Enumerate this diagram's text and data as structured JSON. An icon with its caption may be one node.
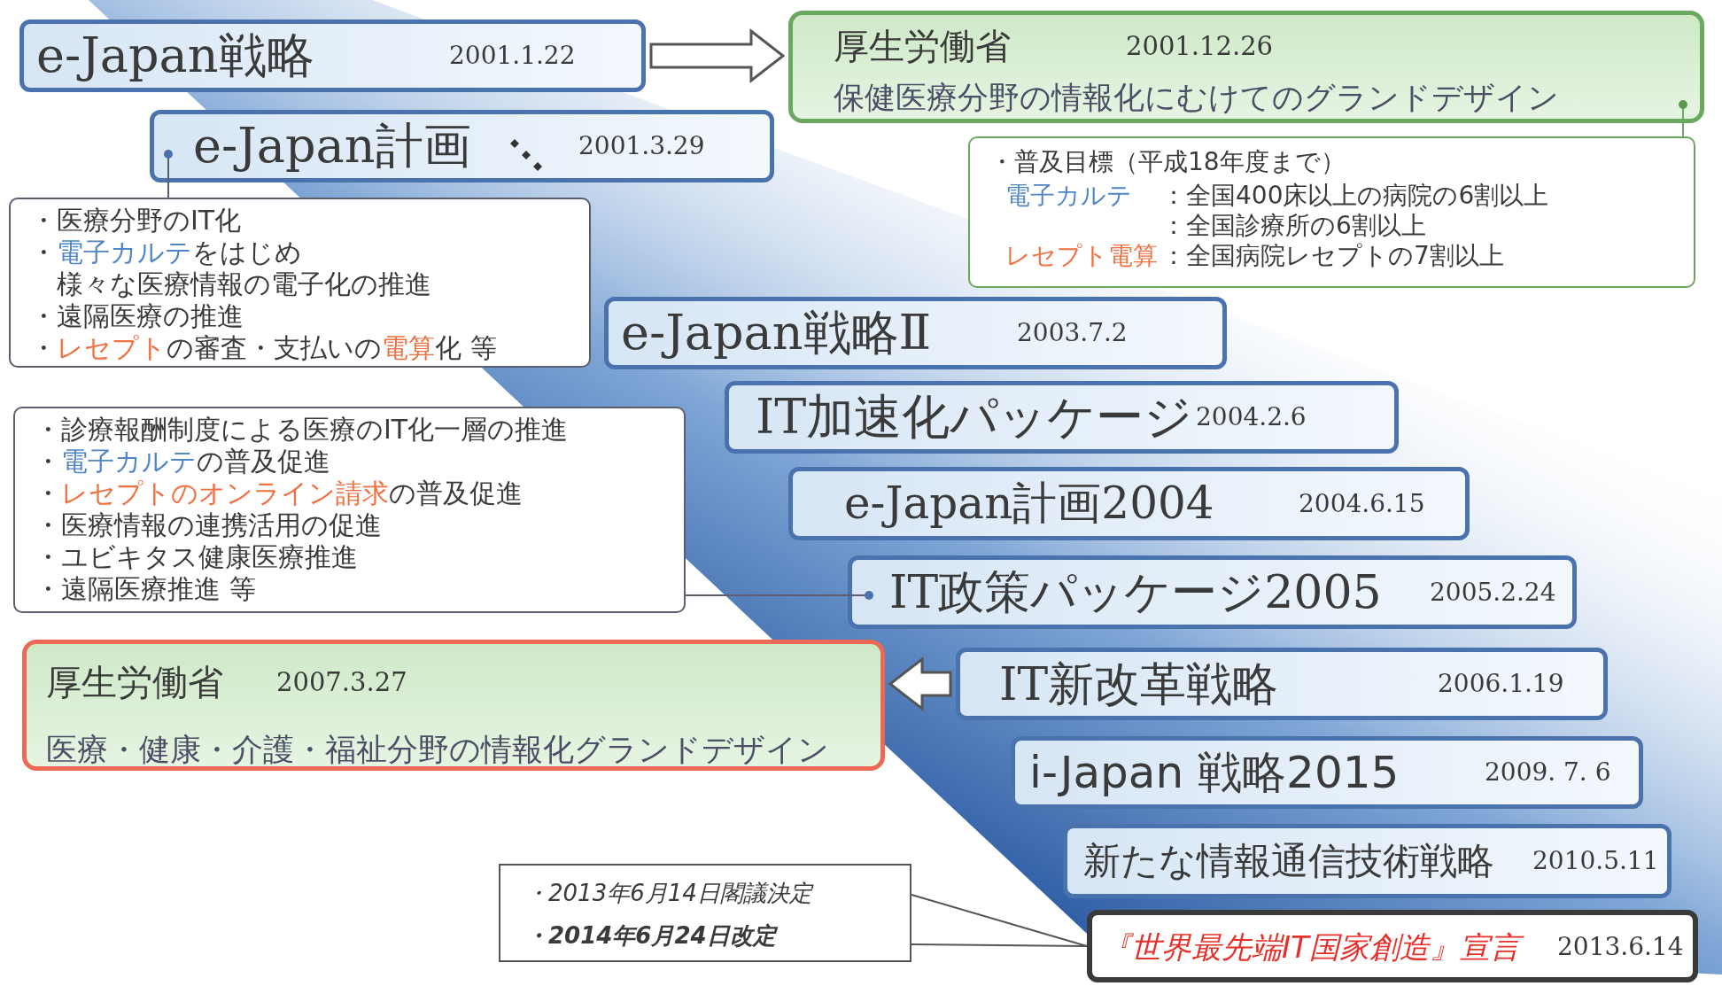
{
  "diagram": {
    "nodes": [
      {
        "text": [
          "e-Japan戦略",
          "2001.1.22"
        ]
      },
      {
        "text": [
          "厚生労働省",
          "2001.12.26",
          "保健医療分野の情報化にむけてのグランドデザイン"
        ]
      },
      {
        "text": [
          "e-Japan計画",
          "2001.3.29"
        ]
      },
      {
        "text": [
          "・普及目標（平成18年度まで）",
          "電子カルテ",
          "：全国400床以上の病院の6割以上",
          "：全国診療所の6割以上",
          "レセプト電算",
          "：全国病院レセプトの7割以上"
        ]
      },
      {
        "text": [
          "・医療分野のIT化",
          "・",
          "電子カルテ",
          "をはじめ",
          "様々な医療情報の電子化の推進",
          "・遠隔医療の推進",
          "・",
          "レセプト",
          "の審査・支払いの",
          "電算",
          "化 等"
        ]
      },
      {
        "text": [
          "e-Japan戦略Ⅱ",
          "2003.7.2"
        ]
      },
      {
        "text": [
          "IT加速化パッケージ",
          "2004.2.6"
        ]
      },
      {
        "text": [
          "・診療報酬制度による医療のIT化一層の推進",
          "・",
          "電子カルテ",
          "の普及促進",
          "・",
          "レセプトのオンライン請求",
          "の普及促進",
          "・医療情報の連携活用の促進",
          "・ユビキタス健康医療推進",
          "・遠隔医療推進 等"
        ]
      },
      {
        "text": [
          "e-Japan計画2004",
          "2004.6.15"
        ]
      },
      {
        "text": [
          "IT政策パッケージ2005",
          "2005.2.24"
        ]
      },
      {
        "text": [
          "厚生労働省",
          "2007.3.27",
          "医療・健康・介護・福祉分野の情報化グランドデザイン"
        ]
      },
      {
        "text": [
          "IT新改革戦略",
          "2006.1.19"
        ]
      },
      {
        "text": [
          "i-Japan 戦略2015",
          "2009. 7. 6"
        ]
      },
      {
        "text": [
          "新たな情報通信技術戦略",
          "2010.5.11"
        ]
      },
      {
        "text": [
          "・2013年6月14日閣議決定",
          "・2014年6月24日改定"
        ]
      },
      {
        "text": [
          "『世界最先端IT国家創造』宣言",
          "2013.6.14"
        ]
      }
    ],
    "edges": [
      {
        "from": 0,
        "to": 1,
        "arrow": "to"
      },
      {
        "from": 1,
        "to": 3,
        "arrow": "other"
      },
      {
        "from": 2,
        "to": 4,
        "arrow": "other"
      },
      {
        "from": 9,
        "to": 7,
        "arrow": "other"
      },
      {
        "from": 11,
        "to": 10,
        "arrow": "to"
      },
      {
        "from": 14,
        "to": 15,
        "arrow": "none"
      },
      {
        "from": 14,
        "to": 15,
        "arrow": "none"
      }
    ]
  }
}
